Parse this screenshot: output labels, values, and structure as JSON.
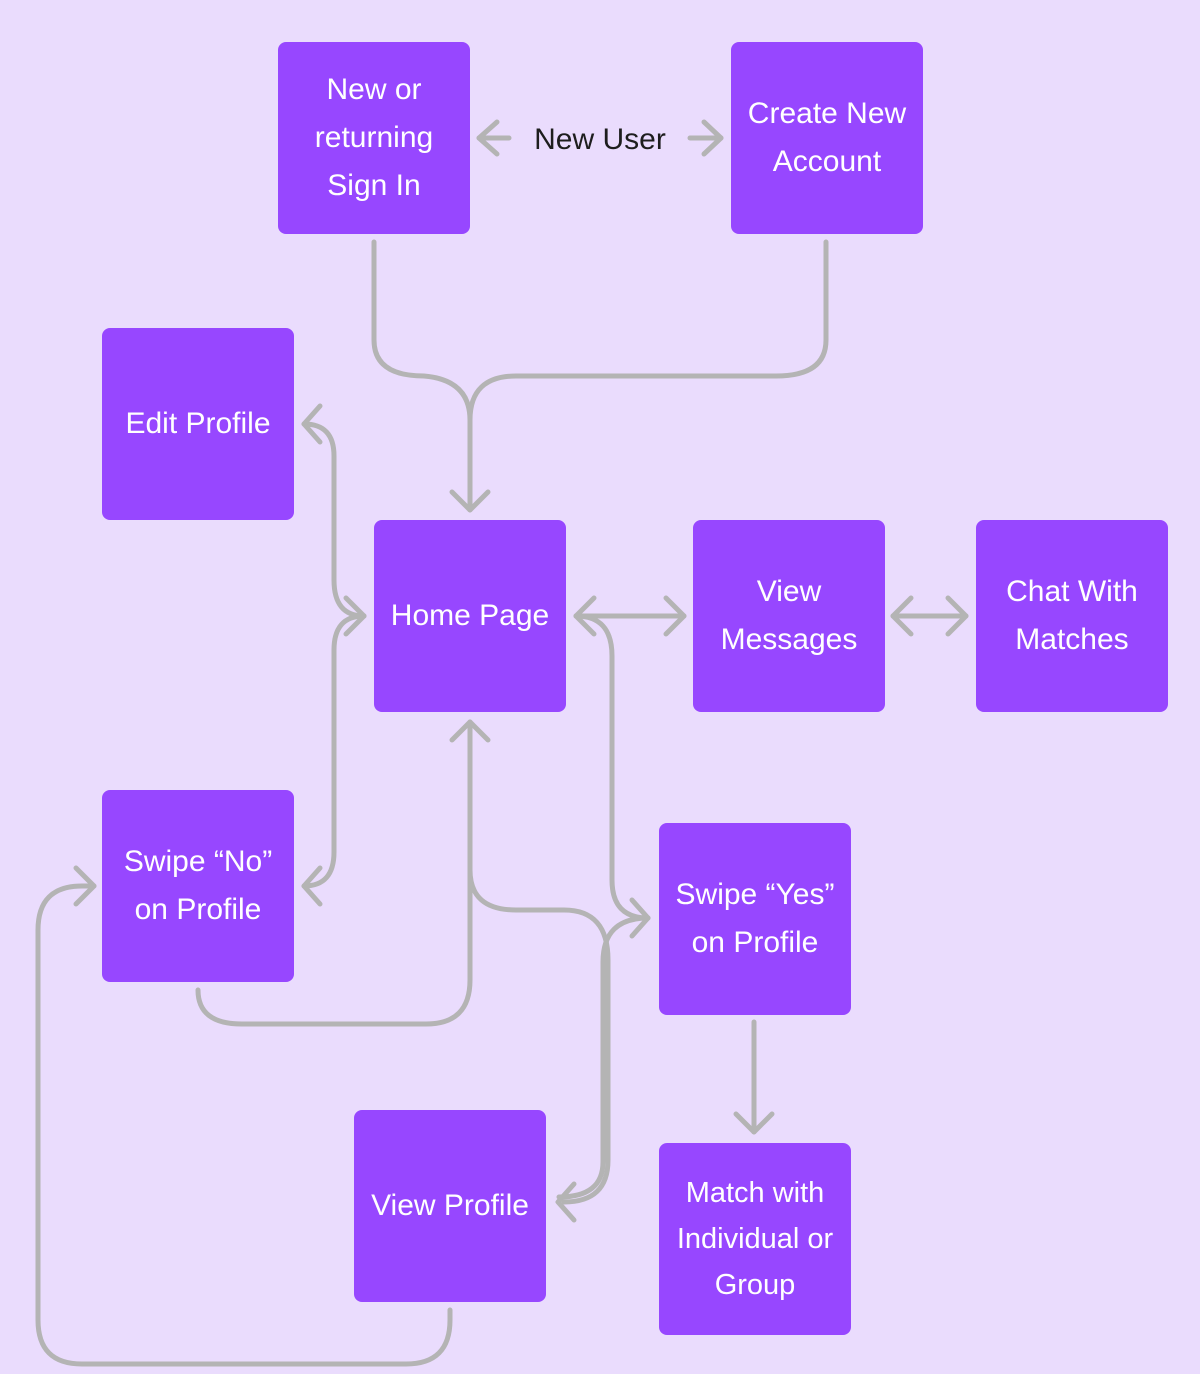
{
  "colors": {
    "background": "#EADCFD",
    "node_fill": "#9747FF",
    "node_text": "#FFFFFF",
    "connector": "#B4B4B4",
    "edge_label_text": "#1E1E1E"
  },
  "nodes": {
    "sign_in": "New or returning Sign In",
    "create_account": "Create New Account",
    "edit_profile": "Edit Profile",
    "home_page": "Home Page",
    "view_messages": "View Messages",
    "chat_with_matches": "Chat With Matches",
    "swipe_no": "Swipe “No” on Profile",
    "swipe_yes": "Swipe “Yes” on Profile",
    "view_profile": "View Profile",
    "match": "Match with Individual or Group"
  },
  "edge_labels": {
    "new_user": "New User"
  }
}
